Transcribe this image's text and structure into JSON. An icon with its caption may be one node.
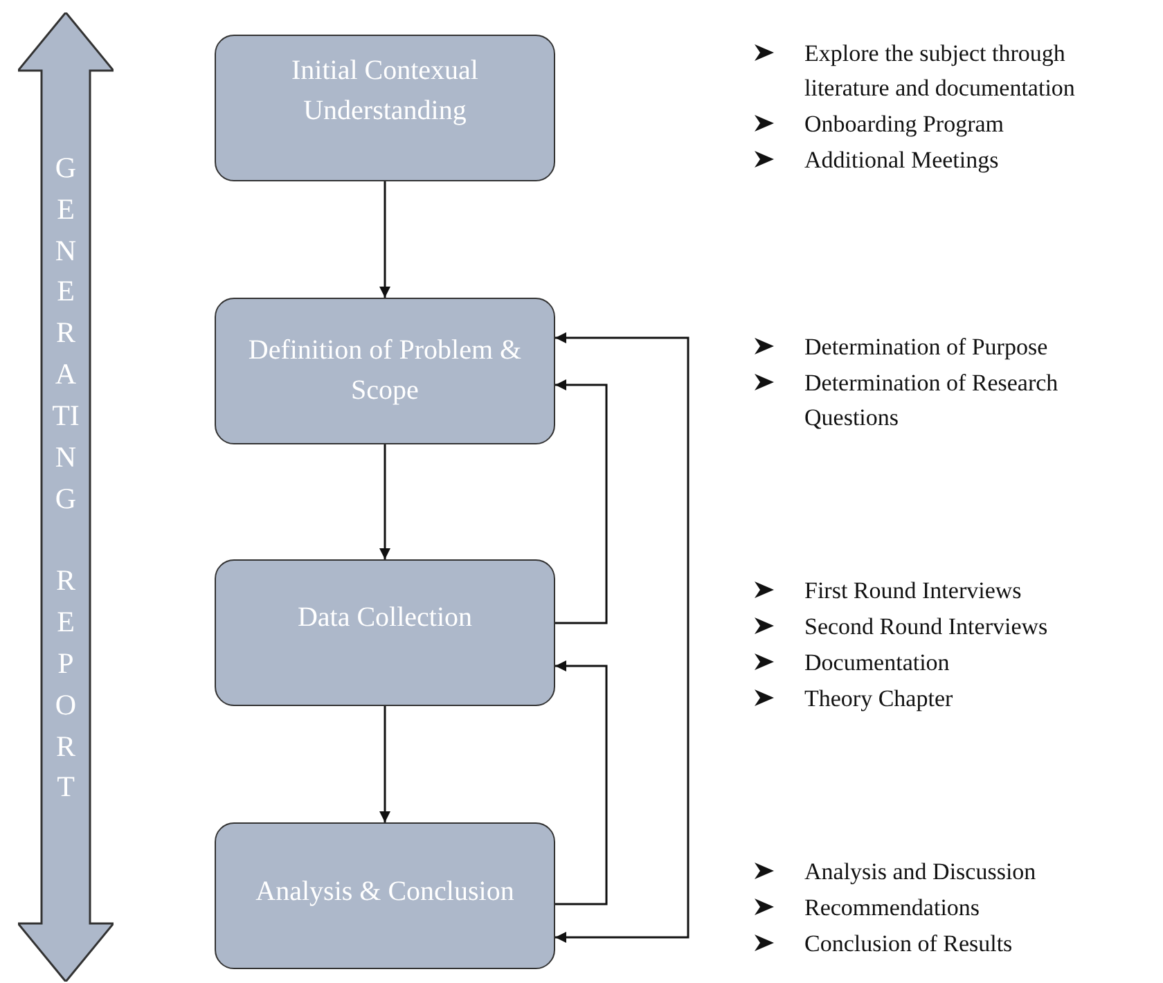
{
  "diagram": {
    "nodes": [
      {
        "text": [
          "GENERATING REPORT"
        ]
      },
      {
        "text": [
          "Initial Contexual Understanding"
        ],
        "beside": [
          "Explore the subject through literature and documentation",
          "Onboarding Program",
          "Additional Meetings"
        ]
      },
      {
        "text": [
          "Definition of Problem & Scope"
        ],
        "beside": [
          "Determination of Purpose",
          "Determination of Research Questions"
        ]
      },
      {
        "text": [
          "Data Collection"
        ],
        "beside": [
          "First Round Interviews",
          "Second Round Interviews",
          "Documentation",
          "Theory Chapter"
        ]
      },
      {
        "text": [
          "Analysis & Conclusion"
        ],
        "beside": [
          "Analysis and Discussion",
          "Recommendations",
          "Conclusion of Results"
        ]
      }
    ],
    "edges": [
      {
        "from": 1,
        "to": 2,
        "arrow": "to"
      },
      {
        "from": 2,
        "to": 3,
        "arrow": "to"
      },
      {
        "from": 3,
        "to": 4,
        "arrow": "to"
      },
      {
        "from": 3,
        "to": 2,
        "arrow": "to"
      },
      {
        "from": 4,
        "to": 3,
        "arrow": "to"
      },
      {
        "from": 4,
        "to": 2,
        "arrow": "both"
      }
    ]
  }
}
